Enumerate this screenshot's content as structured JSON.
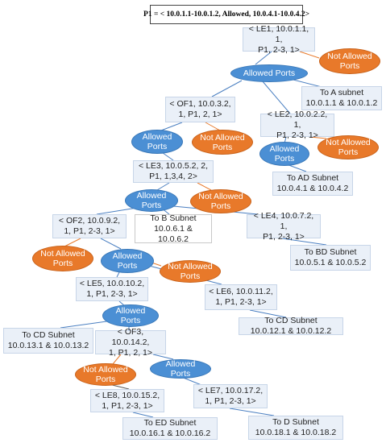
{
  "title": "P1 = < 10.0.1.1-10.0.1.2, Allowed, 10.0.4.1-10.0.4.2>",
  "colors": {
    "allowed": "#4b8fd4",
    "not_allowed": "#e8792a",
    "box": "#eaf0f8"
  },
  "nodes": {
    "le1": "< LE1, 10.0.1.1, 1,\nP1, 2-3, 1>",
    "na1": "Not Allowed\nPorts",
    "al1": "Allowed Ports",
    "a_subnet": "To A subnet\n10.0.1.1 & 10.0.1.2",
    "of1": "< OF1, 10.0.3.2,\n1, P1, 2, 1>",
    "le2": "< LE2, 10.0.2.2, 1,\nP1, 2-3, 1>",
    "al2": "Allowed\nPorts",
    "na2": "Not Allowed\nPorts",
    "al3": "Allowed\nPorts",
    "na3": "Not Allowed\nPorts",
    "ad_subnet": "To AD Subnet\n10.0.4.1 & 10.0.4.2",
    "le3": "< LE3, 10.0.5.2, 2,\nP1, 1,3,4, 2>",
    "al4": "Allowed\nPorts",
    "na4": "Not Allowed\nPorts",
    "of2": "< OF2, 10.0.9.2,\n1, P1, 2-3, 1>",
    "b_subnet": "To B Subnet\n10.0.6.1 & 10.0.6.2",
    "le4": "< LE4, 10.0.7.2, 1,\nP1, 2-3, 1>",
    "bd_subnet": "To BD Subnet\n10.0.5.1 & 10.0.5.2",
    "na5": "Not Allowed\nPorts",
    "al5": "Allowed\nPorts",
    "na6": "Not Allowed\nPorts",
    "le5": "< LE5, 10.0.10.2,\n1, P1, 2-3, 1>",
    "le6": "< LE6, 10.0.11.2,\n1, P1, 2-3, 1>",
    "al6": "Allowed\nPorts",
    "cd_subnet_right": "To CD Subnet\n10.0.12.1 & 10.0.12.2",
    "cd_subnet_left": "To CD Subnet\n10.0.13.1 & 10.0.13.2",
    "of3": "< OF3, 10.0.14.2,\n1, P1, 2, 1>",
    "na7": "Not Allowed\nPorts",
    "al7": "Allowed\nPorts",
    "le7": "< LE7, 10.0.17.2,\n1, P1, 2-3, 1>",
    "le8": "< LE8, 10.0.15.2,\n1, P1, 2-3, 1>",
    "ed_subnet": "To ED Subnet\n10.0.16.1 & 10.0.16.2",
    "d_subnet": "To D Subnet\n10.0.18.1 & 10.0.18.2"
  }
}
